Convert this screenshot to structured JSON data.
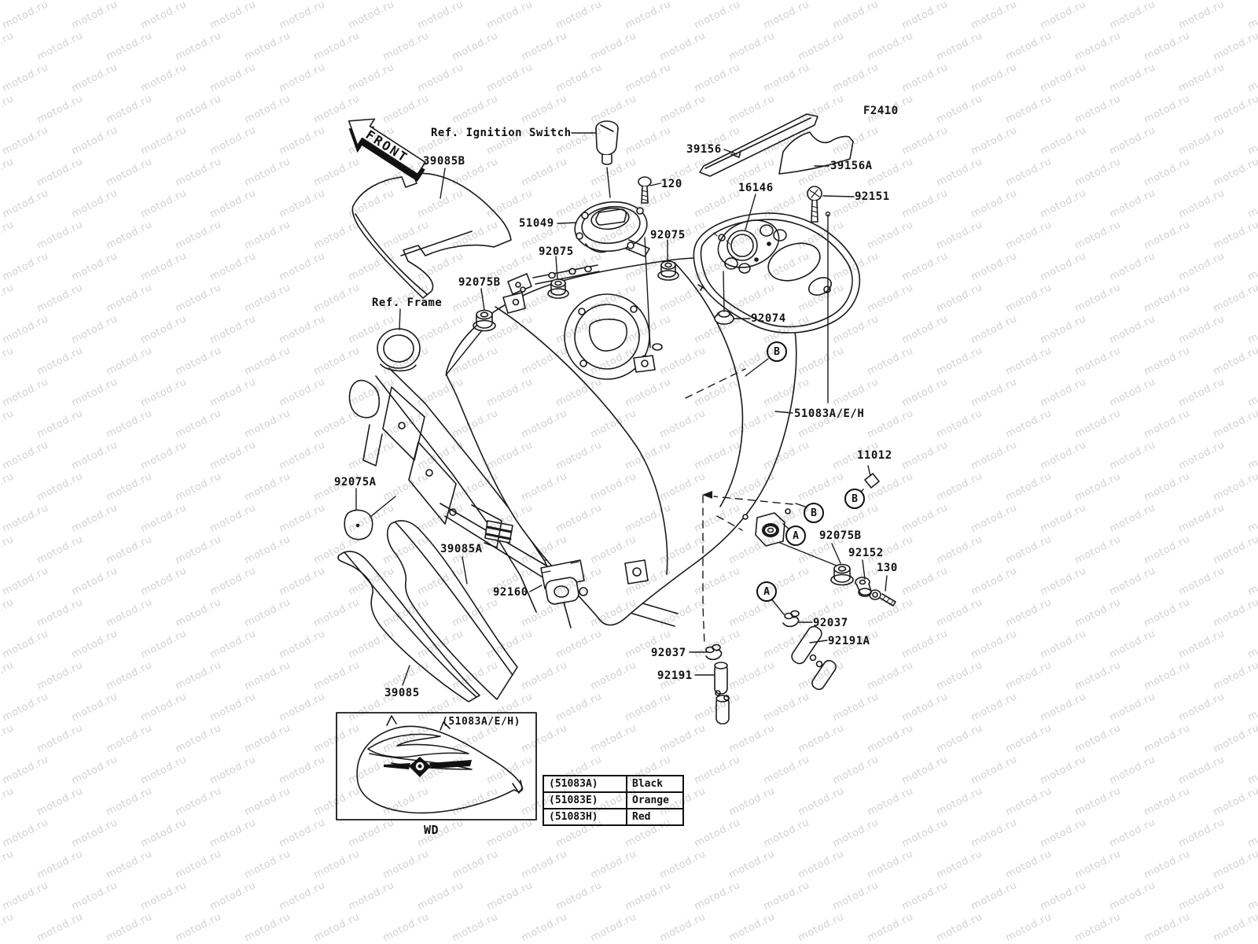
{
  "doc": {
    "figure_code": "F2410",
    "front_label": "FRONT",
    "wd_label": "WD",
    "watermark_text": "motod.ru"
  },
  "callouts": {
    "a": "A",
    "b": "B"
  },
  "labels": {
    "ref_ignition_switch": "Ref. Ignition Switch",
    "ref_frame": "Ref. Frame",
    "p39085b": "39085B",
    "p120": "120",
    "p39156": "39156",
    "p39156a": "39156A",
    "p16146": "16146",
    "p92151": "92151",
    "p51049": "51049",
    "p92075_upper": "92075",
    "p92075_lower": "92075",
    "p92075b_top": "92075B",
    "p92074": "92074",
    "p51083": "51083A/E/H",
    "p11012": "11012",
    "p92075a": "92075A",
    "p92075b_bottom": "92075B",
    "p92152": "92152",
    "p130": "130",
    "p92037_right": "92037",
    "p92191a": "92191A",
    "p92037_left": "92037",
    "p92191": "92191",
    "p39085a": "39085A",
    "p92160": "92160",
    "p39085": "39085",
    "inset_variant": "(51083A/E/H)"
  },
  "color_table": {
    "rows": [
      {
        "code": "(51083A)",
        "color": "Black"
      },
      {
        "code": "(51083E)",
        "color": "Orange"
      },
      {
        "code": "(51083H)",
        "color": "Red"
      }
    ]
  },
  "colors": {
    "background": "#ffffff",
    "line": "#1a1a1a",
    "watermark": "#d2d2d2"
  }
}
